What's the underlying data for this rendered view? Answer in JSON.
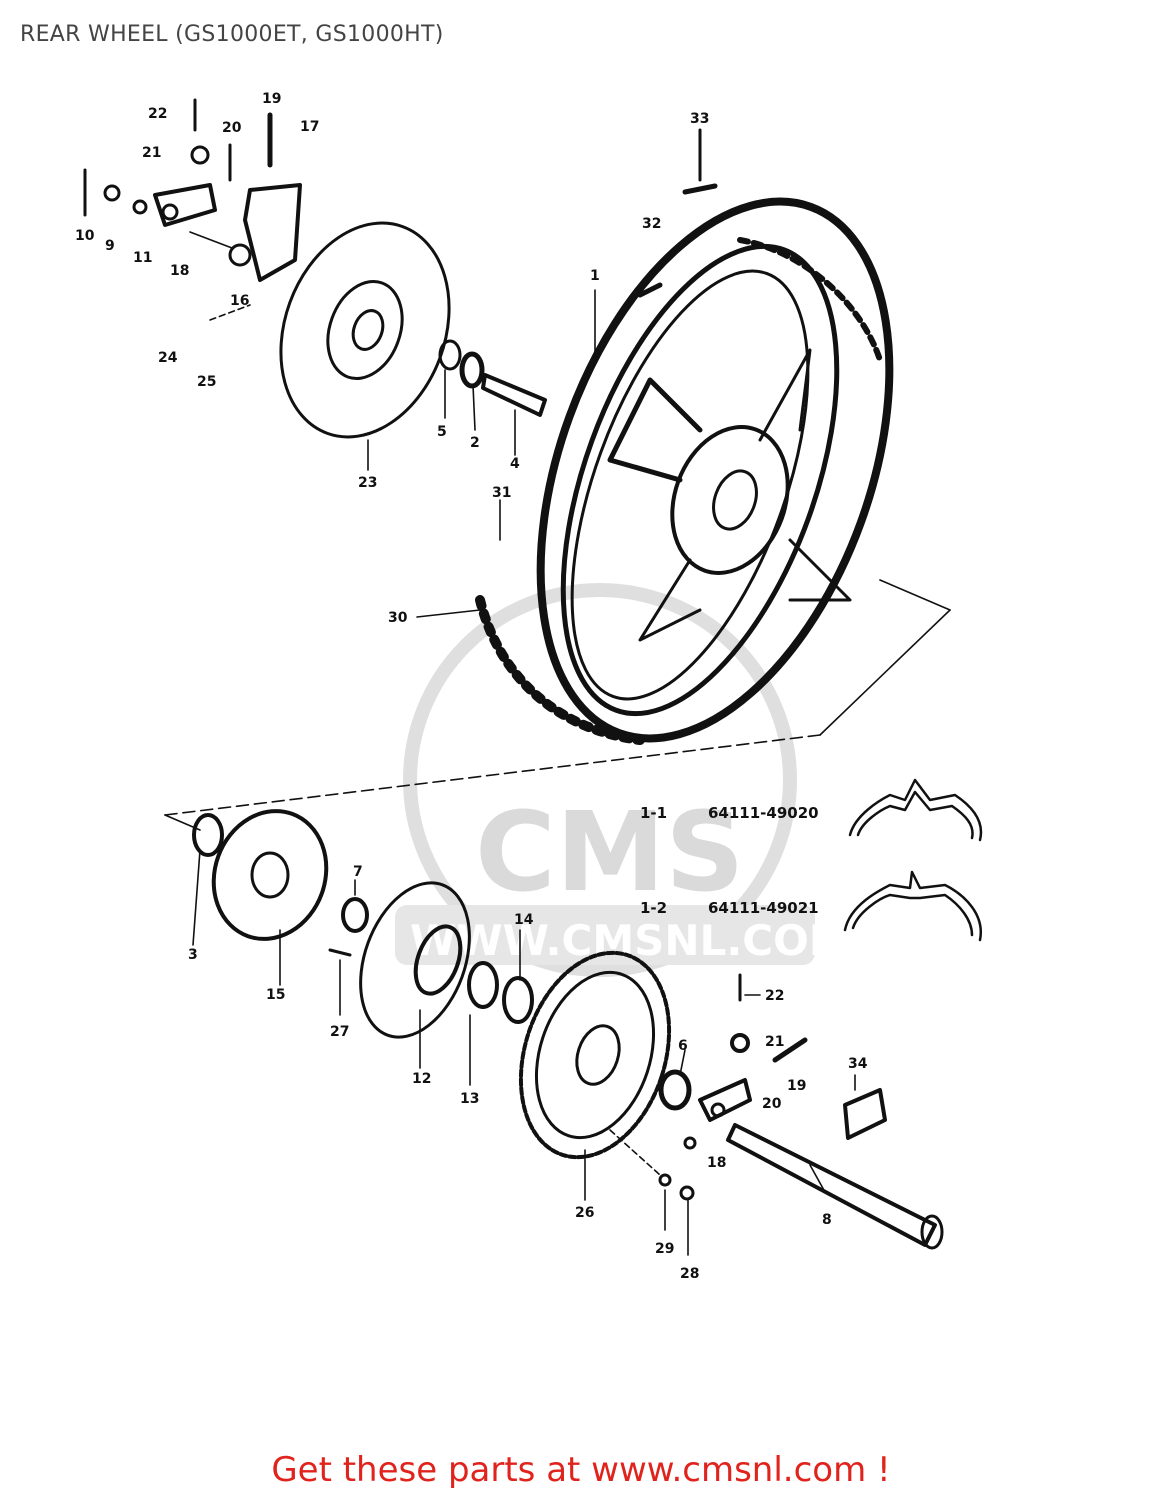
{
  "title": "REAR WHEEL (GS1000ET, GS1000HT)",
  "cta": "Get these parts at www.cmsnl.com !",
  "colors": {
    "cta": "#e0231c",
    "title": "#444444",
    "ink": "#111111",
    "watermark": "#dcdcdc"
  },
  "watermark": {
    "brand": "CMS",
    "url": "WWW.CMSNL.COM"
  },
  "callouts": [
    "22",
    "19",
    "20",
    "21",
    "17",
    "10",
    "9",
    "11",
    "18",
    "16",
    "24",
    "25",
    "33",
    "32",
    "1",
    "5",
    "2",
    "4",
    "23",
    "31",
    "30",
    "3",
    "15",
    "7",
    "27",
    "12",
    "13",
    "14",
    "26",
    "6",
    "22",
    "21",
    "19",
    "20",
    "34",
    "18",
    "29",
    "28",
    "8"
  ],
  "variants": [
    {
      "code": "1-1",
      "part": "64111-49020"
    },
    {
      "code": "1-2",
      "part": "64111-49021"
    }
  ]
}
